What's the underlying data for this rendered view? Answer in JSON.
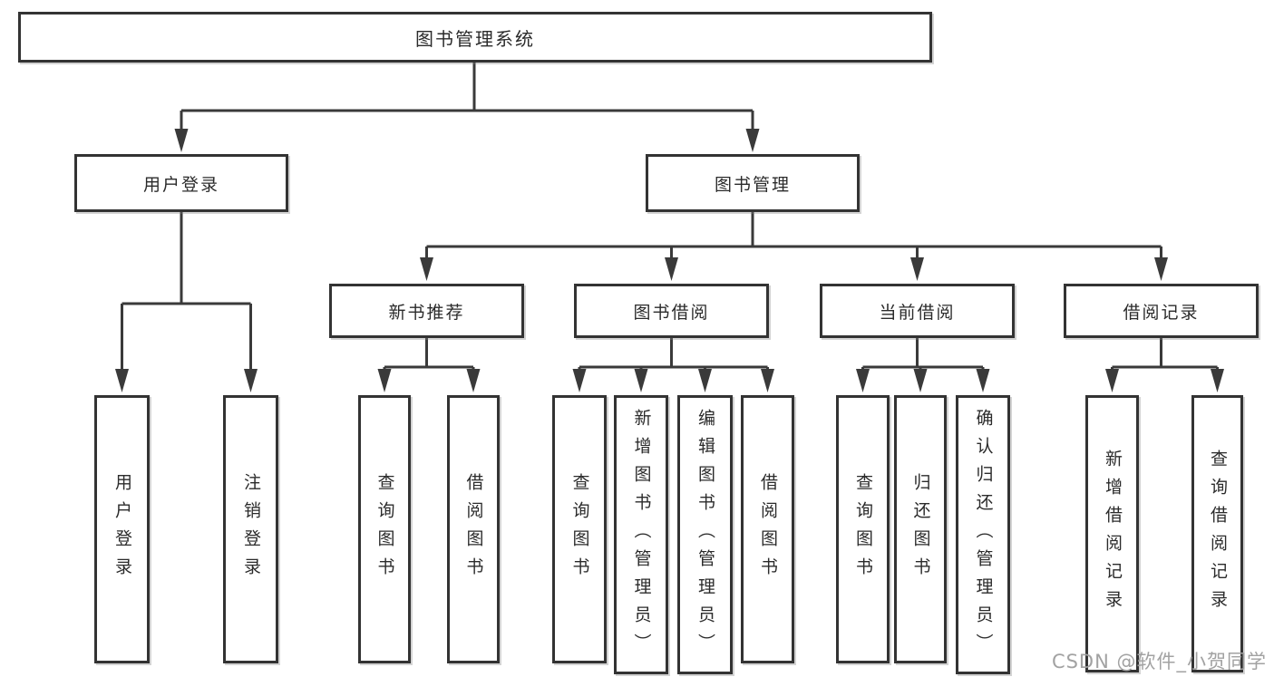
{
  "colors": {
    "line": "#3a3a3a",
    "border": "#333333",
    "fill": "#ffffff",
    "text": "#2b2b2b",
    "watermark": "#a2a2a2"
  },
  "diagram": {
    "type": "tree",
    "root": {
      "label": "图书管理系统"
    },
    "branches": [
      {
        "label": "用户登录",
        "children": [
          {
            "label": "用户登录"
          },
          {
            "label": "注销登录"
          }
        ]
      },
      {
        "label": "图书管理",
        "children": [
          {
            "label": "新书推荐",
            "children": [
              {
                "label": "查询图书"
              },
              {
                "label": "借阅图书"
              }
            ]
          },
          {
            "label": "图书借阅",
            "children": [
              {
                "label": "查询图书"
              },
              {
                "label": "新增图书（管理员）"
              },
              {
                "label": "编辑图书（管理员）"
              },
              {
                "label": "借阅图书"
              }
            ]
          },
          {
            "label": "当前借阅",
            "children": [
              {
                "label": "查询图书"
              },
              {
                "label": "归还图书"
              },
              {
                "label": "确认归还（管理员）"
              }
            ]
          },
          {
            "label": "借阅记录",
            "children": [
              {
                "label": "新增借阅记录"
              },
              {
                "label": "查询借阅记录"
              }
            ]
          }
        ]
      }
    ]
  },
  "watermark": {
    "text": "CSDN @软件_小贺同学"
  }
}
